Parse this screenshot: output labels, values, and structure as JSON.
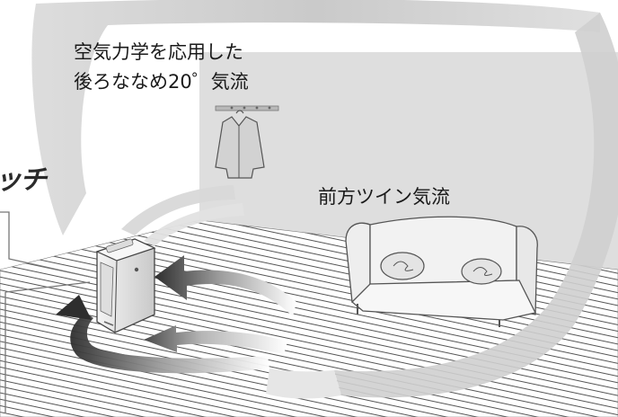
{
  "illustration": {
    "upper_airflow_label": [
      "空気力学を応用した",
      "後ろななめ20゜気流"
    ],
    "front_airflow_label": "前方ツイン気流",
    "cut_off_label": "ッチ"
  }
}
